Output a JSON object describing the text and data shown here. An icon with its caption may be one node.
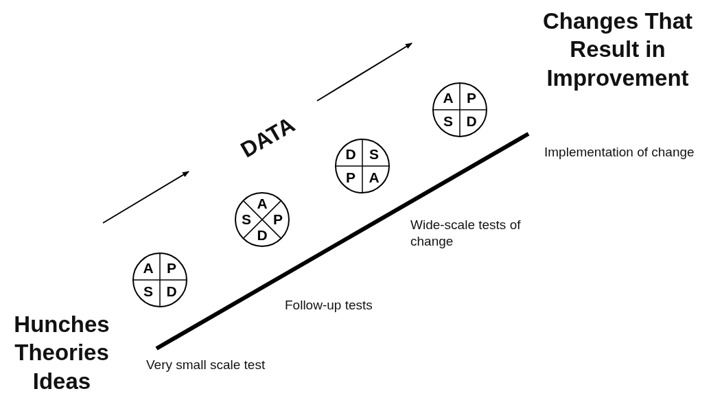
{
  "diagram": {
    "nodes": [
      {
        "text": [
          "A",
          "P",
          "S",
          "D"
        ]
      },
      {
        "text": [
          "A",
          "S",
          "P",
          "D"
        ]
      },
      {
        "text": [
          "D",
          "S",
          "P",
          "A"
        ]
      },
      {
        "text": [
          "A",
          "P",
          "S",
          "D"
        ]
      }
    ],
    "labels": [
      "Changes That Result in Improvement",
      "DATA",
      "Implementation of change",
      "Wide-scale tests of change",
      "Follow-up tests",
      "Hunches Theories Ideas",
      "Very small scale test"
    ]
  }
}
